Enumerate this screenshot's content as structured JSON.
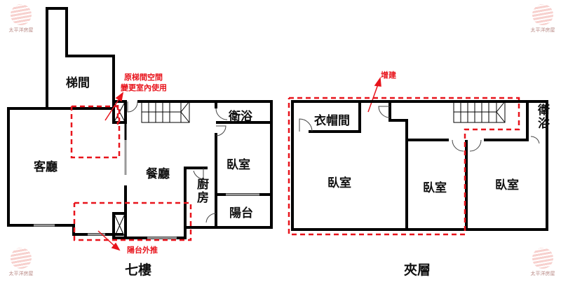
{
  "watermark": {
    "text": "太平洋房屋"
  },
  "floor7": {
    "title": "七樓",
    "rooms": {
      "stair": "梯間",
      "living": "客廳",
      "dining": "餐廳",
      "bath": "衛浴",
      "bedroom": "臥室",
      "kitchen": "廚房",
      "balcony": "陽台"
    },
    "annotations": {
      "stair_change_line1": "原梯間空間",
      "stair_change_line2": "變更室內使用",
      "balcony_push": "陽台外推"
    }
  },
  "mezzanine": {
    "title": "夾層",
    "rooms": {
      "closet": "衣帽間",
      "bedroom1": "臥室",
      "bedroom2": "臥室",
      "bedroom3": "臥室",
      "bath": "衛浴"
    },
    "annotations": {
      "addition": "增建"
    }
  },
  "colors": {
    "wall": "#000000",
    "annotation": "#e8141c",
    "window": "#9a9a9a"
  }
}
